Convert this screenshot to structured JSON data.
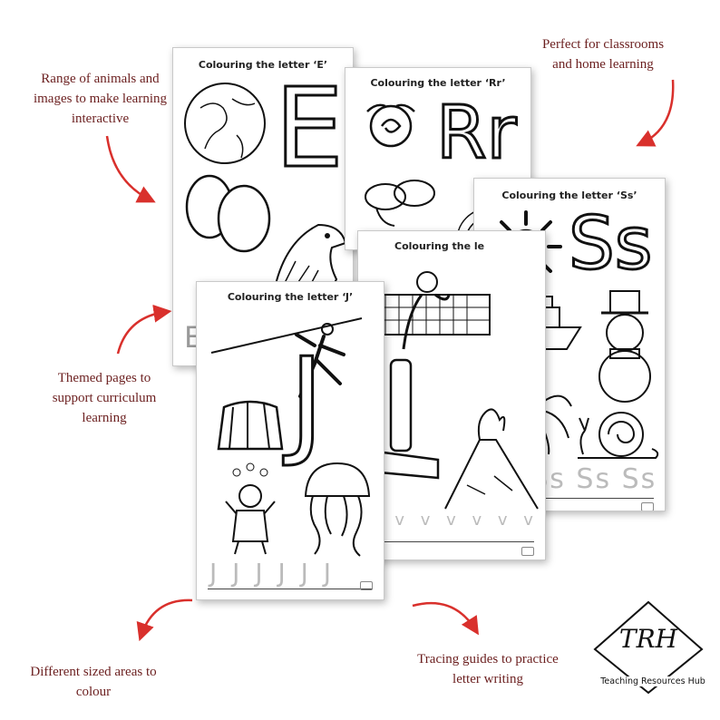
{
  "callouts": {
    "top_left": "Range of animals and images to make learning interactive",
    "top_right": "Perfect for classrooms and home learning",
    "middle_left": "Themed pages to support curriculum learning",
    "bottom_left": "Different sized areas to colour",
    "bottom_middle": "Tracing guides to practice letter writing"
  },
  "pages": {
    "e": {
      "title": "Colouring the letter ‘E’",
      "letter": "E"
    },
    "rr": {
      "title": "Colouring the letter ‘Rr’",
      "letter": "Rr"
    },
    "ss": {
      "title": "Colouring the letter ‘Ss’",
      "letter": "Ss",
      "trace": "Ss Ss Ss Ss"
    },
    "v": {
      "title": "Colouring the le",
      "trace": "v v v v v v v v"
    },
    "j": {
      "title": "Colouring the letter ‘J’",
      "letter": "J",
      "trace": "J J J J J J"
    }
  },
  "brand": {
    "monogram": "TRH",
    "name": "Teaching Resources Hub"
  },
  "colors": {
    "arrow": "#d9302c",
    "callout_text": "#6b1f1f"
  }
}
